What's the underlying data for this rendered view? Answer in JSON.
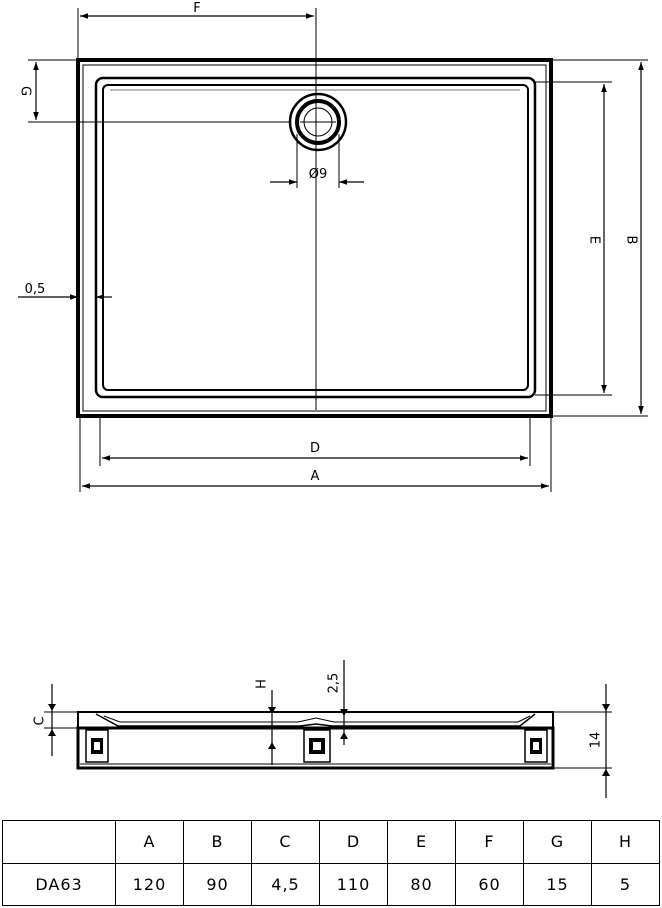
{
  "labels": {
    "a": "A",
    "b": "B",
    "c": "C",
    "d": "D",
    "e": "E",
    "f": "F",
    "g": "G",
    "h": "H",
    "drain_diameter": "Ø9",
    "lip": "0,5",
    "slope": "2,5",
    "height": "14"
  },
  "table": {
    "headers": [
      "",
      "A",
      "B",
      "C",
      "D",
      "E",
      "F",
      "G",
      "H"
    ],
    "rows": [
      [
        "DA63",
        "120",
        "90",
        "4,5",
        "110",
        "80",
        "60",
        "15",
        "5"
      ]
    ]
  }
}
